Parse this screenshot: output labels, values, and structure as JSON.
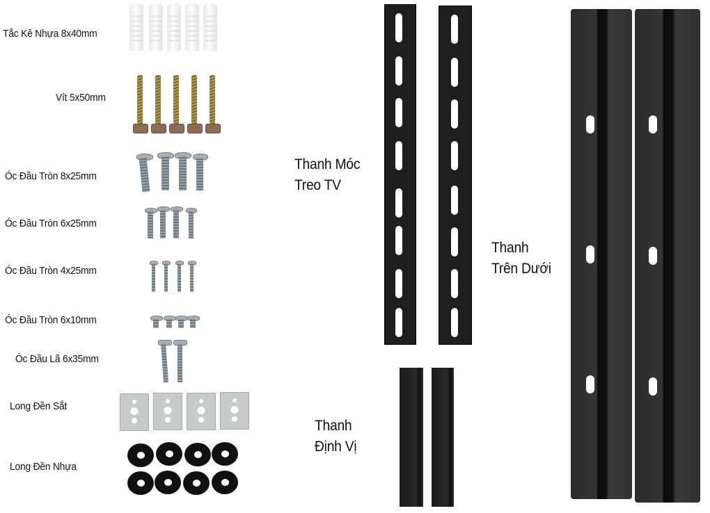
{
  "parts": {
    "small": [
      {
        "label": "Tắc Kê Nhựa 8x40mm",
        "quantity": 5
      },
      {
        "label": "Vít 5x50mm",
        "quantity": 5
      },
      {
        "label": "Óc Đầu Tròn 8x25mm",
        "quantity": 4
      },
      {
        "label": "Óc Đầu Tròn 6x25mm",
        "quantity": 4
      },
      {
        "label": "Óc Đầu Tròn 4x25mm",
        "quantity": 4
      },
      {
        "label": "Óc Đầu Tròn 6x10mm",
        "quantity": 4
      },
      {
        "label": "Óc Đầu Lã 6x35mm",
        "quantity": 2
      },
      {
        "label": "Long Đền Sắt",
        "quantity": 4
      },
      {
        "label": "Long Đền Nhựa",
        "quantity": 8
      }
    ],
    "hook_bars": {
      "line1": "Thanh Móc",
      "line2": "Treo TV",
      "quantity": 2
    },
    "rails": {
      "line1": "Thanh",
      "line2": "Trên Dưới",
      "quantity": 2
    },
    "positioning_bars": {
      "line1": "Thanh",
      "line2": "Định Vị",
      "quantity": 2
    }
  },
  "colors": {
    "background": "#ffffff",
    "text": "#111111",
    "steel_black": "#1e1e1e"
  }
}
